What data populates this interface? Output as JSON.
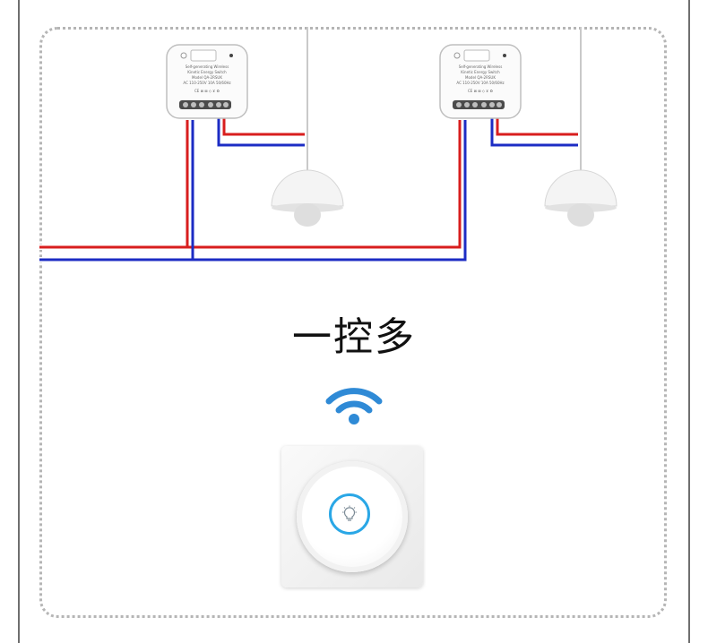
{
  "title": "一控多",
  "modules": [
    {
      "text_lines": [
        "Self-generating Wireless",
        "Kinetic Energy Switch",
        "Model QA-2RSUK",
        "AC 110-250V 10A 50/60Hz"
      ],
      "cert_marks": "CE ⊠ ⊠ ◇ ⊻ ♻"
    },
    {
      "text_lines": [
        "Self-generating Wireless",
        "Kinetic Energy Switch",
        "Model QA-2RSUK",
        "AC 110-250V 10A 50/60Hz"
      ],
      "cert_marks": "CE ⊠ ⊠ ◇ ⊻ ♻"
    }
  ],
  "colors": {
    "live_wire": "#d81e1e",
    "neutral_wire": "#1c2cc4",
    "accent_blue": "#2aa7e6",
    "frame_dots": "#b5b5b5"
  },
  "icons": {
    "wifi": "wifi-icon",
    "bulb": "bulb-icon"
  }
}
